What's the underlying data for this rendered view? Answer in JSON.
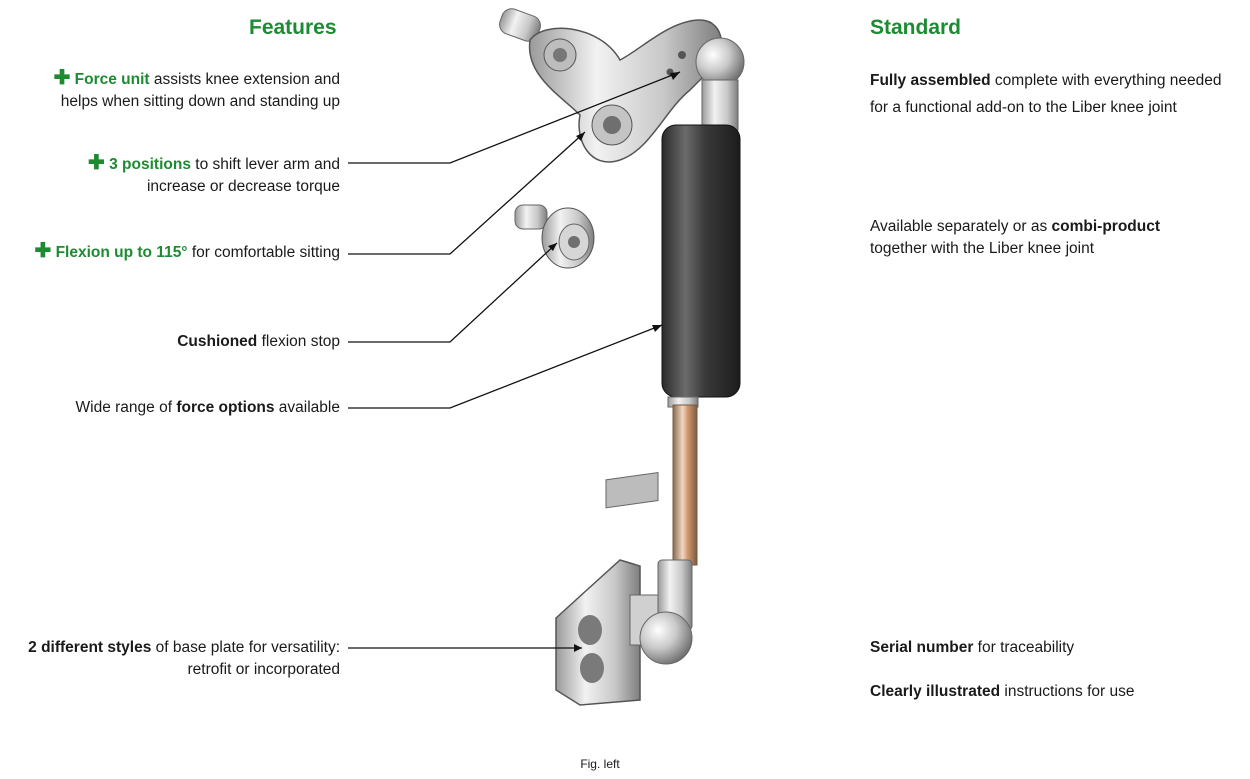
{
  "features": {
    "heading": "Features",
    "items": [
      {
        "plus": "✚",
        "strong": "Force unit",
        "rest": " assists knee extension and",
        "line2": "helps when sitting down and standing up"
      },
      {
        "plus": "✚",
        "strong": "3 positions",
        "rest": " to shift lever arm and",
        "line2": "increase or decrease torque"
      },
      {
        "plus": "✚",
        "strong": "Flexion up to 115°",
        "rest": " for comfortable sitting"
      },
      {
        "strong": "Cushioned",
        "rest": " flexion stop"
      },
      {
        "pre": "Wide range of ",
        "strong": "force options",
        "rest": " available"
      },
      {
        "strong": "2 different styles",
        "rest": " of base plate for versatility:",
        "line2": "retrofit or incorporated"
      }
    ]
  },
  "standard": {
    "heading": "Standard",
    "items": [
      {
        "strong": "Fully assembled",
        "rest": " complete with everything needed",
        "line2": "for a functional add-on to the Liber knee joint"
      },
      {
        "pre": "Available separately or as ",
        "strong": "combi-product",
        "line2": "together with the Liber knee joint"
      },
      {
        "strong": "Serial number",
        "rest": " for traceability"
      },
      {
        "strong": "Clearly illustrated",
        "rest": " instructions for use"
      }
    ]
  },
  "caption": "Fig. left",
  "colors": {
    "accent": "#1d8b32",
    "text": "#1a1a1a"
  }
}
